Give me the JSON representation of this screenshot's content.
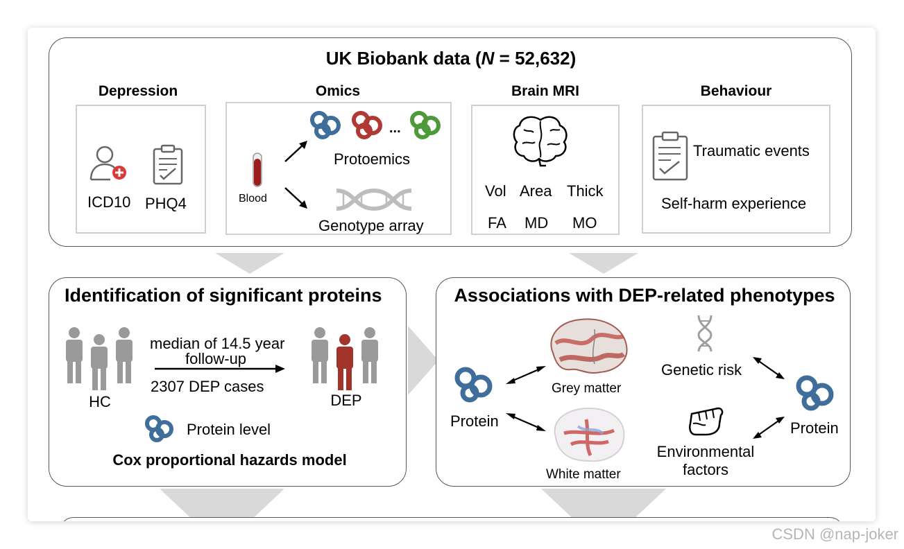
{
  "top": {
    "title_pre": "UK Biobank data (",
    "title_n": "N",
    "title_post": " = 52,632)",
    "depression": {
      "heading": "Depression",
      "icd": "ICD10",
      "phq": "PHQ4"
    },
    "omics": {
      "heading": "Omics",
      "protoemics": "Protoemics",
      "dots": "...",
      "blood": "Blood",
      "genotype": "Genotype array"
    },
    "brain": {
      "heading": "Brain MRI",
      "vol": "Vol",
      "area": "Area",
      "thick": "Thick",
      "fa": "FA",
      "md": "MD",
      "mo": "MO"
    },
    "behaviour": {
      "heading": "Behaviour",
      "traumatic": "Traumatic events",
      "selfharm": "Self-harm experience"
    }
  },
  "left": {
    "title": "Identification of significant proteins",
    "followup1": "median of 14.5 year",
    "followup2": "follow-up",
    "cases": "2307 DEP cases",
    "hc": "HC",
    "dep": "DEP",
    "protein_level": "Protein level",
    "model": "Cox proportional hazards model"
  },
  "right": {
    "title": "Associations with DEP-related phenotypes",
    "protein_left": "Protein",
    "grey": "Grey matter",
    "white": "White matter",
    "genetic": "Genetic risk",
    "env1": "Environmental",
    "env2": "factors",
    "protein_right": "Protein"
  },
  "watermark": "CSDN @nap-joker",
  "colors": {
    "protein_blue": "#3f6e9a",
    "protein_red": "#b03a33",
    "protein_green": "#4e9a3a",
    "person_grey": "#9a9a9a",
    "person_red": "#a3342c",
    "flow_arrow": "#d9d9d9"
  }
}
